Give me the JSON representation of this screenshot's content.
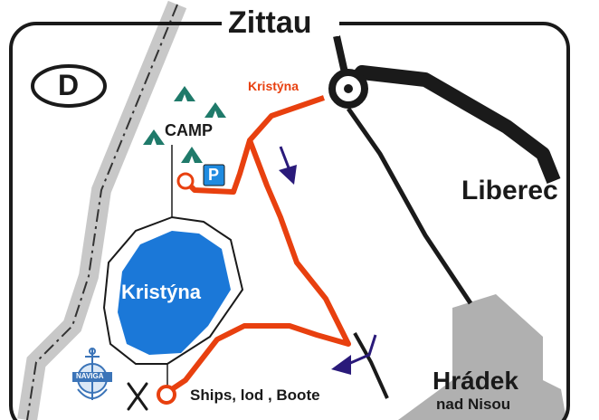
{
  "map": {
    "country_code": "D",
    "cities": {
      "top": "Zittau",
      "right": "Liberec",
      "bottom_right_line1": "Hrádek",
      "bottom_right_line2": "nad Nisou"
    },
    "route_label": "Kristýna",
    "lake_name": "Kristýna",
    "camp_label": "CAMP",
    "parking_label": "P",
    "boats_label": "Ships, lod , Boote",
    "naviga_logo_text": "NAVIGA",
    "icons": [
      "tent-icon",
      "parking-icon",
      "crossed-utensils-icon",
      "naviga-anchor-logo",
      "direction-arrow-icon"
    ],
    "colors": {
      "route": "#e8400f",
      "lake": "#1b78d8",
      "tent": "#1f7a6a",
      "parking": "#1f8be0",
      "arrow": "#2a1a7a",
      "city_area": "#b0b0b0",
      "border_road": "#c8c8c8",
      "main_road": "#1a1a1a"
    }
  }
}
